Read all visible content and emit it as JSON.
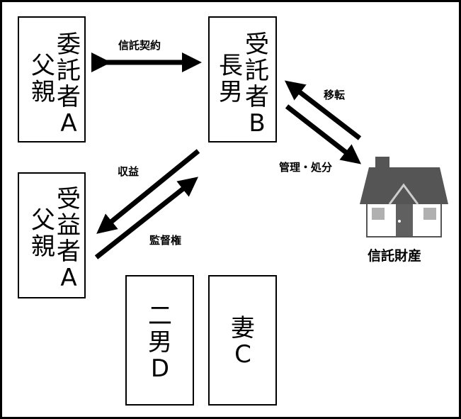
{
  "parties": {
    "settlor": {
      "role": "委託者A",
      "name": "父親"
    },
    "trustee": {
      "role": "受託者B",
      "name": "長男"
    },
    "beneficiary": {
      "role": "受益者A",
      "name": "父親"
    },
    "second_son": {
      "role": "二男D"
    },
    "wife": {
      "role": "妻C"
    }
  },
  "arrows": {
    "trust_contract": "信託契約",
    "transfer": "移転",
    "management": "管理・処分",
    "profit": "収益",
    "supervision": "監督権"
  },
  "property": {
    "label": "信託財産",
    "icon": "house-icon"
  },
  "colors": {
    "roof": "#555555",
    "house_body": "#ffffff",
    "window": "#b0b0b0",
    "door": "#606060"
  }
}
